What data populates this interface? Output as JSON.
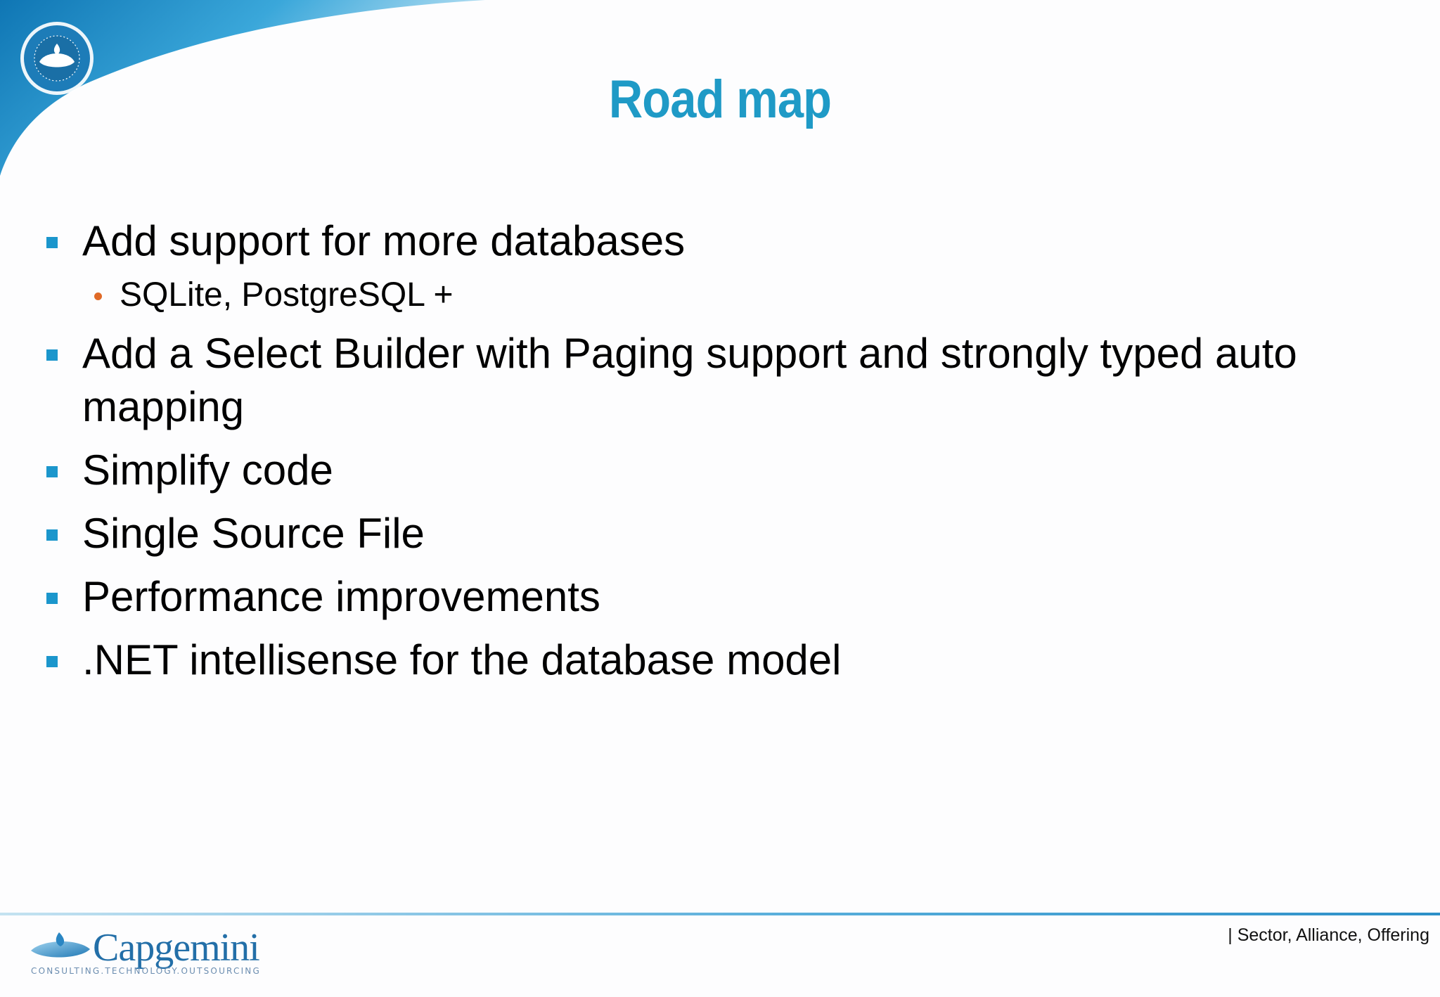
{
  "slide": {
    "title": "Road map",
    "bullets": [
      {
        "text": "Add support for more databases",
        "sub": [
          "SQLite, PostgreSQL +"
        ]
      },
      {
        "text": "Add a Select Builder with Paging support and strongly typed auto mapping",
        "sub": []
      },
      {
        "text": "Simplify code",
        "sub": []
      },
      {
        "text": "Single Source File",
        "sub": []
      },
      {
        "text": "Performance improvements",
        "sub": []
      },
      {
        "text": ".NET intellisense for the database model",
        "sub": []
      }
    ]
  },
  "footer": {
    "text": "| Sector, Alliance, Offering",
    "logo_word": "Capgemini",
    "logo_tagline": "CONSULTING.TECHNOLOGY.OUTSOURCING"
  },
  "colors": {
    "title": "#1f9ac6",
    "bullet_marker": "#1b96cc",
    "sub_bullet_marker": "#e06a27",
    "brand_blue": "#236fa8"
  },
  "icons": {
    "corner_seal": "collaborative-business-seal-icon",
    "logo_mark": "capgemini-spade-icon"
  }
}
